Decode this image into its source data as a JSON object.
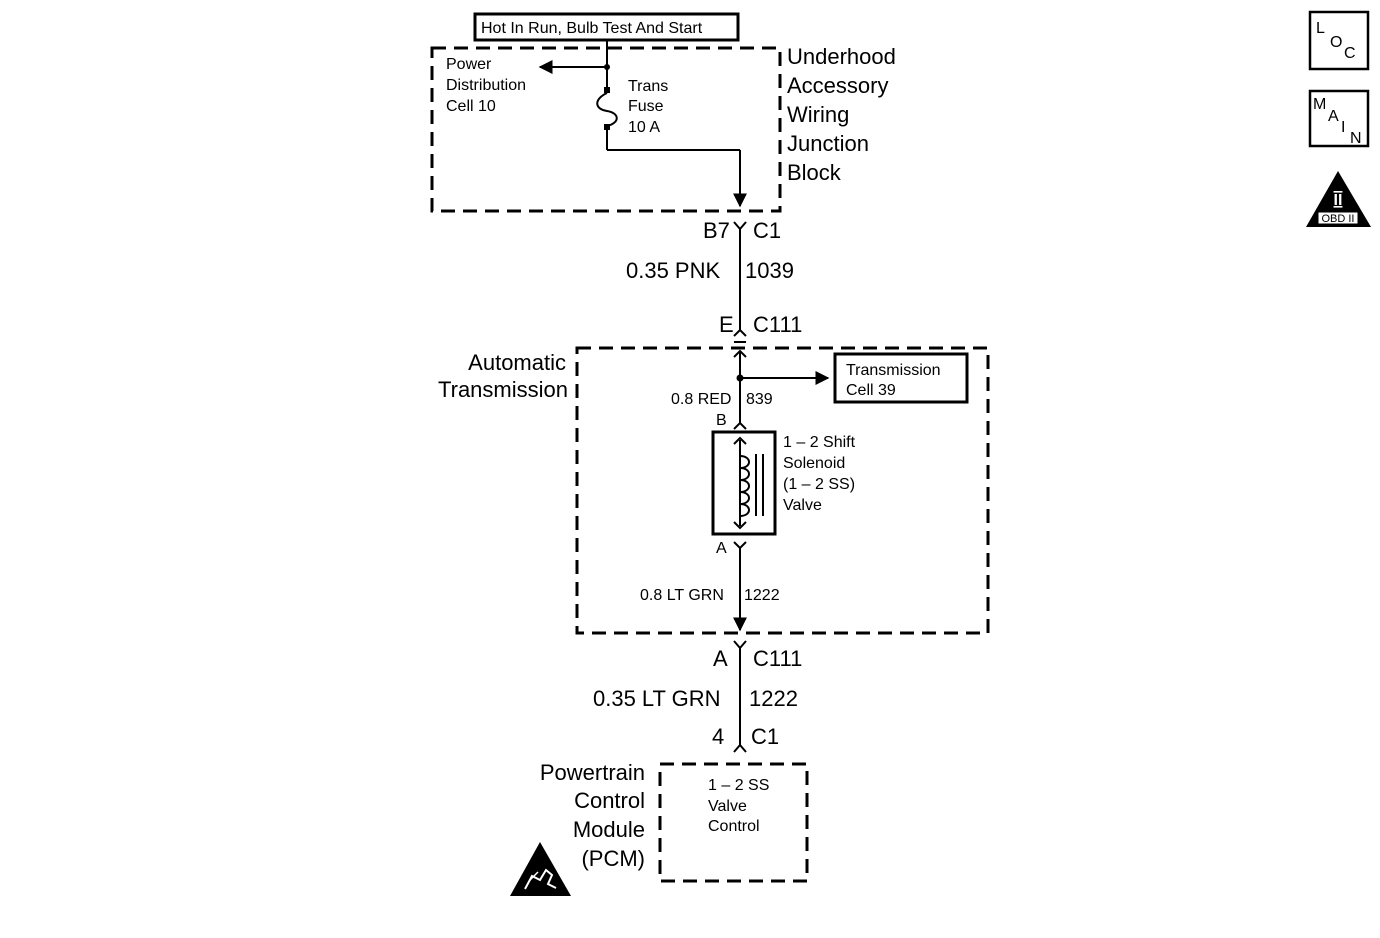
{
  "header_box": "Hot In Run, Bulb Test And Start",
  "underhood": {
    "title_lines": [
      "Underhood",
      "Accessory",
      "Wiring",
      "Junction",
      "Block"
    ],
    "power_dist_lines": [
      "Power",
      "Distribution",
      "Cell 10"
    ],
    "fuse_lines": [
      "Trans",
      "Fuse",
      "10 A"
    ]
  },
  "conn1": {
    "pin": "B7",
    "name": "C1"
  },
  "wire1": {
    "gauge_color": "0.35 PNK",
    "circuit": "1039"
  },
  "conn2": {
    "pin": "E",
    "name": "C111"
  },
  "auto_trans": {
    "title_lines": [
      "Automatic",
      "Transmission"
    ],
    "trans_cell_lines": [
      "Transmission",
      "Cell 39"
    ],
    "wire_a": {
      "gauge_color": "0.8 RED",
      "circuit": "839"
    },
    "pin_b": "B",
    "pin_a": "A",
    "solenoid_lines": [
      "1 – 2 Shift",
      "Solenoid",
      "(1 – 2 SS)",
      "Valve"
    ],
    "wire_b": {
      "gauge_color": "0.8 LT GRN",
      "circuit": "1222"
    }
  },
  "conn3": {
    "pin": "A",
    "name": "C111"
  },
  "wire2": {
    "gauge_color": "0.35 LT GRN",
    "circuit": "1222"
  },
  "conn4": {
    "pin": "4",
    "name": "C1"
  },
  "pcm": {
    "title_lines": [
      "Powertrain",
      "Control",
      "Module",
      "(PCM)"
    ],
    "inner_lines": [
      "1 – 2 SS",
      "Valve",
      "Control"
    ]
  },
  "icons": {
    "loc": [
      "L",
      "O",
      "C"
    ],
    "main": [
      "M",
      "A",
      "I",
      "N"
    ],
    "obd_numeral": "II",
    "obd_label": "OBD II"
  }
}
